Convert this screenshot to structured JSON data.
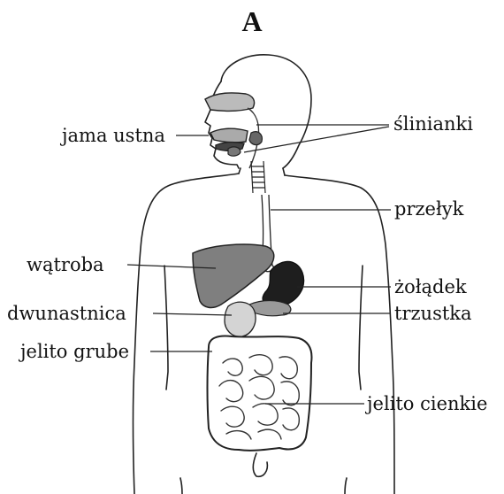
{
  "figure": {
    "title": "A"
  },
  "labels": {
    "mouth": "jama ustna",
    "salivary_glands": "ślinianki",
    "esophagus": "przełyk",
    "liver": "wątroba",
    "stomach": "żołądek",
    "duodenum": "dwunastnica",
    "pancreas": "trzustka",
    "large_intestine": "jelito grube",
    "small_intestine": "jelito cienkie"
  }
}
